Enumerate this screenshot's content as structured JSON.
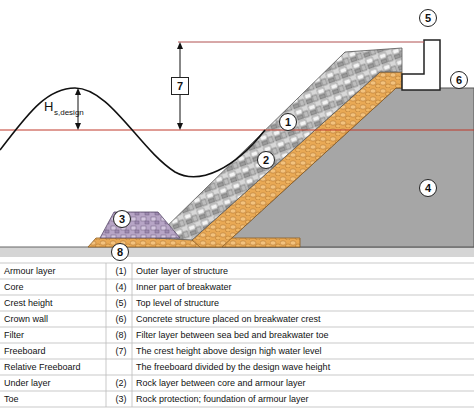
{
  "diagram": {
    "nodes": [
      {
        "text": [
          "5"
        ]
      },
      {
        "text": [
          "7"
        ]
      },
      {
        "text": [
          "6"
        ]
      },
      {
        "text": [
          "1"
        ]
      },
      {
        "text": [
          "2"
        ]
      },
      {
        "text": [
          "4"
        ]
      },
      {
        "text": [
          "3"
        ]
      },
      {
        "text": [
          "8"
        ]
      }
    ],
    "labels": [
      "H",
      "s,design",
      "Armour layer",
      "(1)",
      "Outer layer of structure",
      "Core",
      "(4)",
      "Inner part of breakwater",
      "Crest height",
      "(5)",
      "Top level of structure",
      "Crown wall",
      "(6)",
      "Concrete structure placed on breakwater crest",
      "Filter",
      "(8)",
      "Filter layer between sea bed and breakwater toe",
      "Freeboard",
      "(7)",
      "The crest height above design high water level",
      "Relative Freeboard",
      "The freeboard divided by the design wave height",
      "Under layer",
      "(2)",
      "Rock layer between core and armour layer",
      "Toe",
      "(3)",
      "Rock protection; foundation of armour layer"
    ]
  }
}
